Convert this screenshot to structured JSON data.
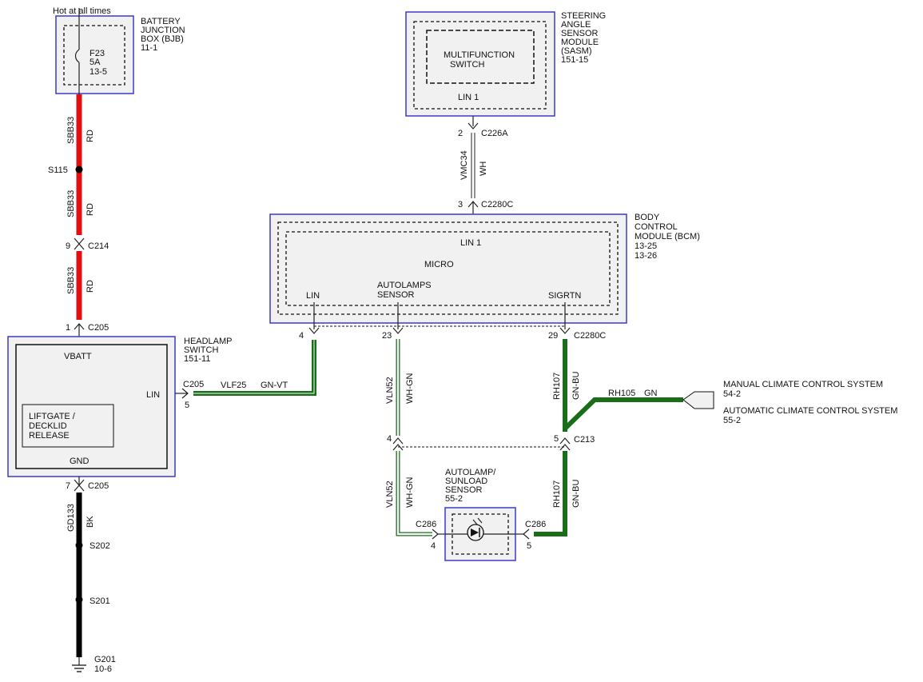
{
  "bjb": {
    "note": "Hot at all times",
    "name": [
      "BATTERY",
      "JUNCTION",
      "BOX (BJB)",
      "11-1"
    ],
    "fuse": [
      "F23",
      "5A",
      "13-5"
    ]
  },
  "sasm": {
    "name": [
      "STEERING",
      "ANGLE",
      "SENSOR",
      "MODULE",
      "(SASM)",
      "151-15"
    ],
    "inner": [
      "MULTIFUNCTION",
      "SWITCH"
    ],
    "lin": "LIN 1"
  },
  "bcm": {
    "name": [
      "BODY",
      "CONTROL",
      "MODULE (BCM)",
      "13-25",
      "13-26"
    ],
    "lin1": "LIN 1",
    "micro": "MICRO",
    "pin_lin": "LIN",
    "pin_auto": [
      "AUTOLAMPS",
      "SENSOR"
    ],
    "pin_sigrtn": "SIGRTN"
  },
  "headlamp": {
    "name": [
      "HEADLAMP",
      "SWITCH",
      "151-11"
    ],
    "vbatt": "VBATT",
    "gnd": "GND",
    "lin": "LIN",
    "liftgate": [
      "LIFTGATE /",
      "DECKLID",
      "RELEASE"
    ]
  },
  "sunload": {
    "name": [
      "AUTOLAMP/",
      "SUNLOAD",
      "SENSOR",
      "55-2"
    ]
  },
  "climate": {
    "manual": [
      "MANUAL CLIMATE CONTROL SYSTEM",
      "54-2"
    ],
    "automatic": [
      "AUTOMATIC CLIMATE CONTROL SYSTEM",
      "55-2"
    ]
  },
  "connectors": {
    "c214": {
      "pin": "9",
      "name": "C214"
    },
    "c205_top": {
      "pin": "1",
      "name": "C205"
    },
    "c205_lin": {
      "pin": "5",
      "name": "C205"
    },
    "c205_bot": {
      "pin": "7",
      "name": "C205"
    },
    "c226a": {
      "pin": "2",
      "name": "C226A"
    },
    "c2280c_top": {
      "pin": "3",
      "name": "C2280C"
    },
    "c2280c_p4": "4",
    "c2280c_p23": "23",
    "c2280c_p29": {
      "pin": "29",
      "name": "C2280C"
    },
    "c213": {
      "pin_left": "4",
      "pin_right": "5",
      "name": "C213"
    },
    "c286_left": {
      "pin": "4",
      "name": "C286"
    },
    "c286_right": {
      "pin": "5",
      "name": "C286"
    }
  },
  "splices": {
    "s115": "S115",
    "s202": "S202",
    "s201": "S201"
  },
  "ground": {
    "name": "G201",
    "ref": "10-6"
  },
  "wires": {
    "sbb33": {
      "circuit": "SBB33",
      "color": "RD"
    },
    "vmc34": {
      "circuit": "VMC34",
      "color": "WH"
    },
    "vlf25": {
      "circuit": "VLF25",
      "color": "GN-VT"
    },
    "vln52": {
      "circuit": "VLN52",
      "color": "WH-GN"
    },
    "rh107": {
      "circuit": "RH107",
      "color": "GN-BU"
    },
    "rh105": {
      "circuit": "RH105",
      "color": "GN"
    },
    "gd133": {
      "circuit": "GD133",
      "color": "BK"
    }
  },
  "colors": {
    "red": "#e01010",
    "green": "#1a6e1a",
    "black": "#000000",
    "module_border": "#3a3acc"
  }
}
